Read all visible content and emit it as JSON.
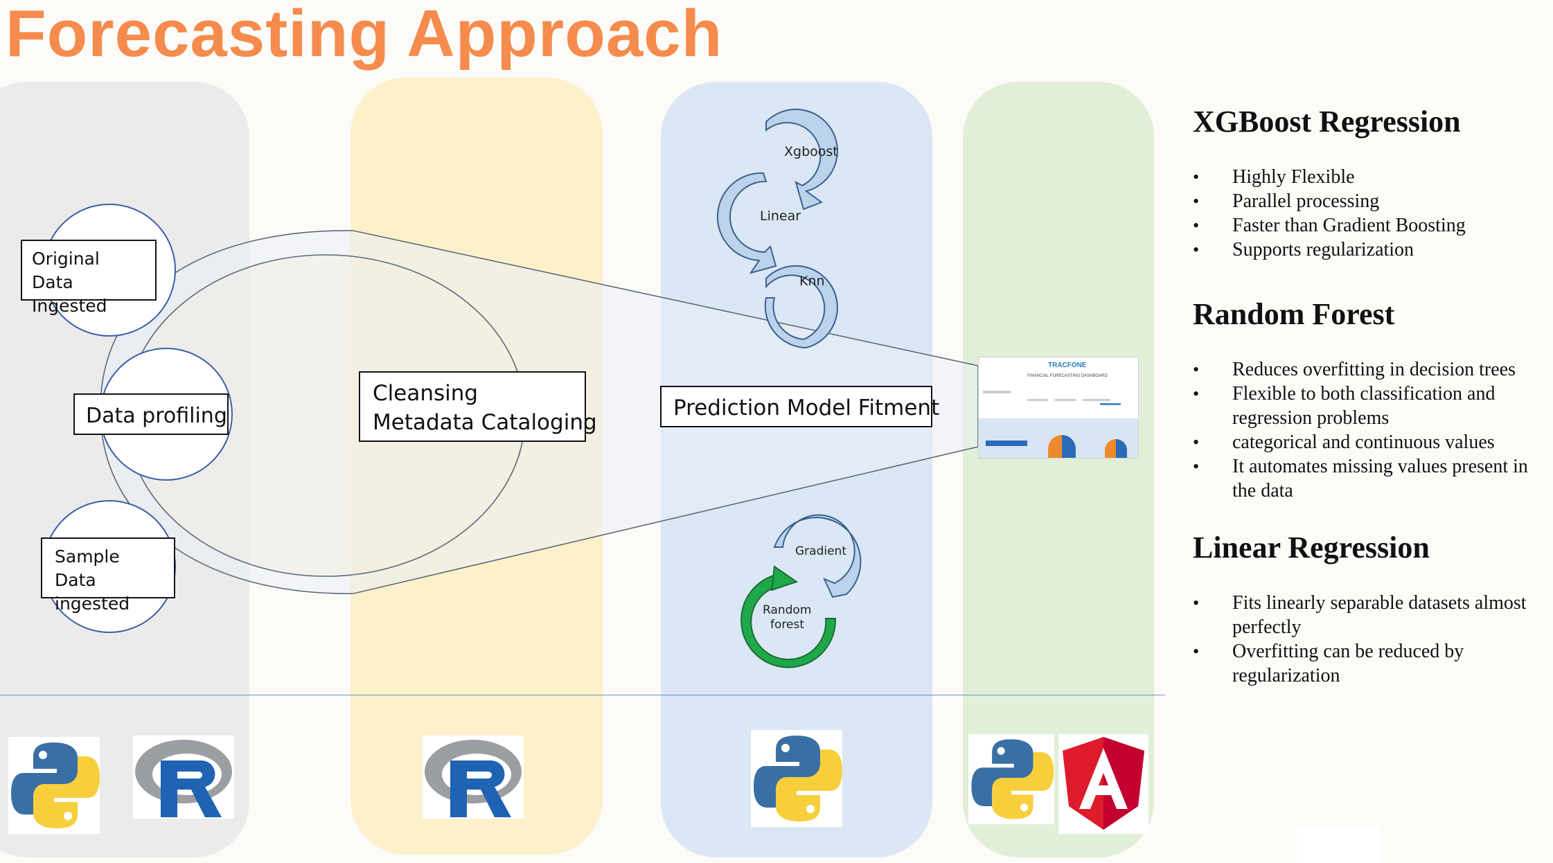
{
  "title": "Forecasting Approach",
  "stage1": {
    "original": "Original Data Ingested",
    "profiling": "Data profiling",
    "sample": "Sample Data ingested"
  },
  "stage2": {
    "line1": "Cleansing",
    "line2": "Metadata Cataloging"
  },
  "stage3": {
    "label": "Prediction Model Fitment",
    "cycle_top": [
      "Xgboost",
      "Linear",
      "Knn"
    ],
    "cycle_bottom": [
      "Gradient",
      "Random",
      "forest"
    ]
  },
  "dashboard": {
    "brand": "TRACFONE",
    "title": "FINANCIAL FORECASTING DASHBOARD"
  },
  "logos": [
    "python-logo",
    "r-logo",
    "r-logo",
    "python-logo",
    "python-logo",
    "angular-logo"
  ],
  "sections": [
    {
      "heading": "XGBoost Regression",
      "bullets": [
        "Highly Flexible",
        "Parallel processing",
        "Faster than Gradient Boosting",
        "Supports regularization"
      ]
    },
    {
      "heading": "Random Forest",
      "bullets": [
        "Reduces overfitting in decision trees",
        "Flexible to both classification and regression problems",
        "categorical and continuous values",
        "It automates missing values present in the data"
      ]
    },
    {
      "heading": "Linear Regression",
      "bullets": [
        "Fits linearly separable datasets almost perfectly",
        "Overfitting can be reduced by regularization"
      ]
    }
  ],
  "colors": {
    "title": "#f58b4c",
    "arrow_blue": "#bcd3ec",
    "arrow_green": "#1fa84a",
    "python_blue": "#3a6fa5",
    "python_yellow": "#f7cf3d",
    "r_blue": "#1f64b3",
    "angular_red": "#dd1b2c"
  }
}
